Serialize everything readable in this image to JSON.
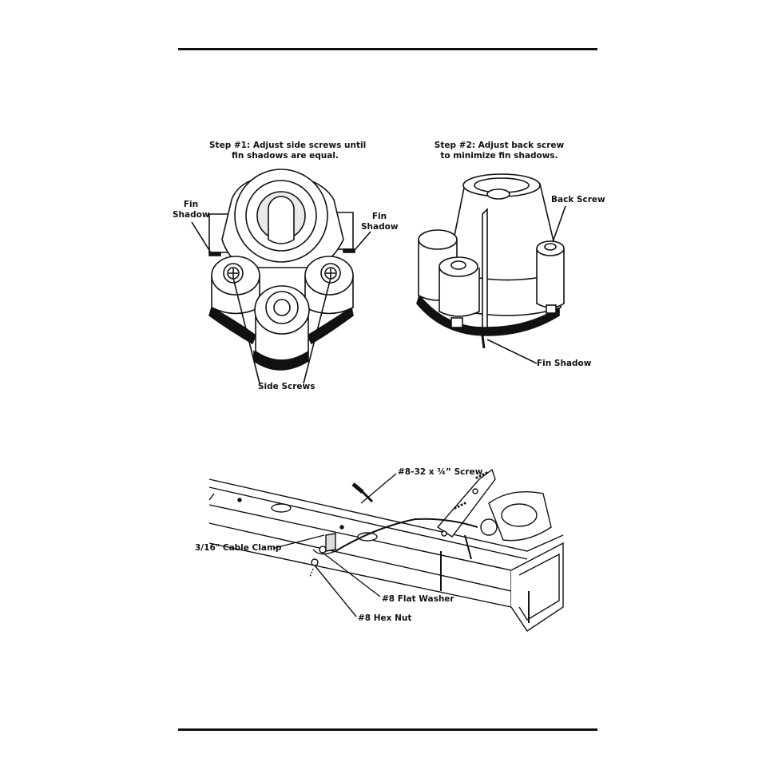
{
  "figure1": {
    "step1_line1": "Step #1: Adjust side screws until",
    "step1_line2": "fin shadows are equal.",
    "step2_line1": "Step #2: Adjust back screw",
    "step2_line2": "to minimize fin shadows.",
    "fin_shadow_left_1": "Fin",
    "fin_shadow_left_2": "Shadow",
    "fin_shadow_right_1": "Fin",
    "fin_shadow_right_2": "Shadow",
    "side_screws": "Side Screws",
    "back_screw": "Back Screw",
    "fin_shadow_bottom": "Fin Shadow"
  },
  "figure2": {
    "screw": "#8-32 x ¾” Screw",
    "cable_clamp": "3/16\" Cable Clamp",
    "flat_washer": "#8 Flat Washer",
    "hex_nut": "#8 Hex Nut"
  }
}
